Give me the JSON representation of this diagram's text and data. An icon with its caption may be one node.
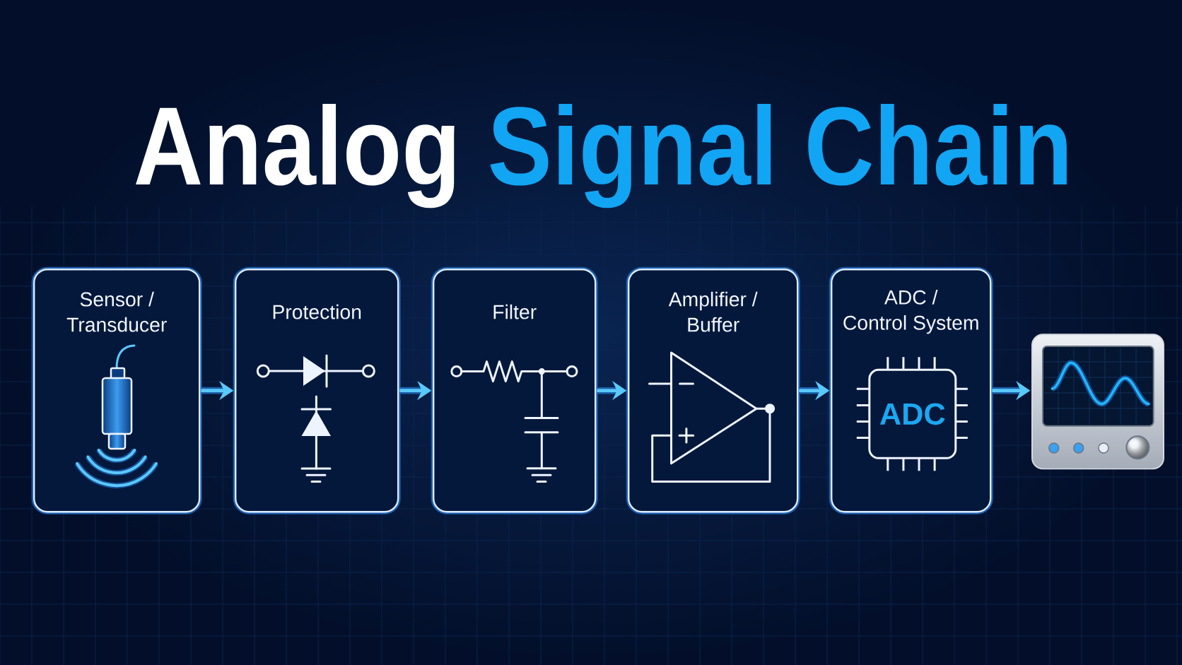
{
  "diagram": {
    "title": "Analog Signal Chain",
    "nodes": [
      {
        "text": [
          "Sensor / Transducer"
        ]
      },
      {
        "text": [
          "Protection"
        ]
      },
      {
        "text": [
          "Filter"
        ]
      },
      {
        "text": [
          "Amplifier / Buffer"
        ]
      },
      {
        "text": [
          "ADC / Control System"
        ]
      },
      {
        "text": [
          "ADC"
        ],
        "in": 4
      },
      {
        "text": [],
        "shape": "picture"
      }
    ],
    "edges": [
      {
        "from": 0,
        "to": 1,
        "arrow": "to"
      },
      {
        "from": 1,
        "to": 2,
        "arrow": "to"
      },
      {
        "from": 2,
        "to": 3,
        "arrow": "to"
      },
      {
        "from": 3,
        "to": 4,
        "arrow": "to"
      },
      {
        "from": 4,
        "to": 6,
        "arrow": "to"
      }
    ]
  }
}
